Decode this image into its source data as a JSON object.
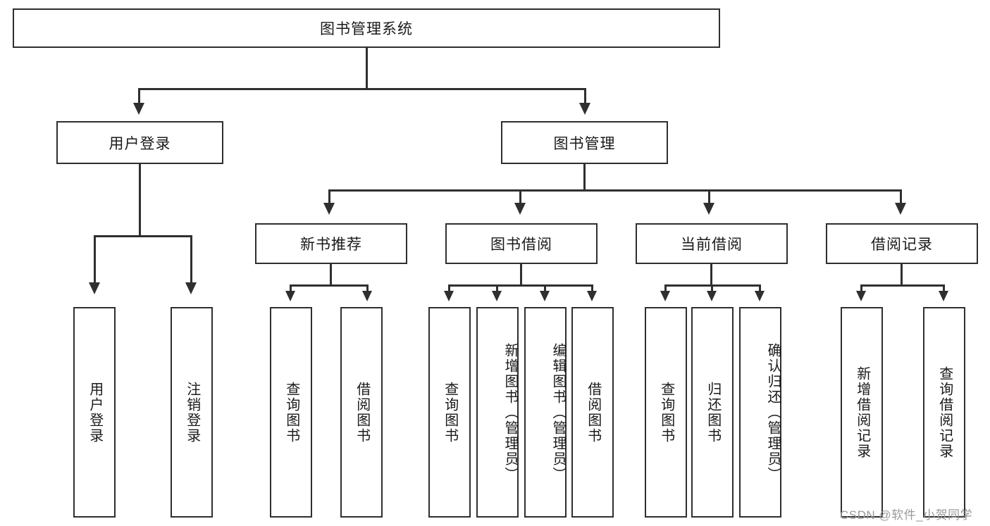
{
  "diagram": {
    "title": "图书管理系统",
    "type": "function-tree",
    "root": {
      "label": "图书管理系统"
    },
    "level2": [
      {
        "id": "user-login",
        "label": "用户登录"
      },
      {
        "id": "book-management",
        "label": "图书管理"
      }
    ],
    "level3": [
      {
        "id": "new-book-recommendation",
        "label": "新书推荐",
        "parent": "book-management"
      },
      {
        "id": "book-borrow",
        "label": "图书借阅",
        "parent": "book-management"
      },
      {
        "id": "current-borrow",
        "label": "当前借阅",
        "parent": "book-management"
      },
      {
        "id": "borrow-record",
        "label": "借阅记录",
        "parent": "book-management"
      }
    ],
    "leaves": {
      "user-login": [
        {
          "id": "leaf-user-login",
          "label": "用户登录"
        },
        {
          "id": "leaf-logout-login",
          "label": "注销登录"
        }
      ],
      "new-book-recommendation": [
        {
          "id": "leaf-query-book-1",
          "label": "查询图书"
        },
        {
          "id": "leaf-borrow-book-1",
          "label": "借阅图书"
        }
      ],
      "book-borrow": [
        {
          "id": "leaf-query-book-2",
          "label": "查询图书"
        },
        {
          "id": "leaf-add-book",
          "label": "新增图书（管理员）"
        },
        {
          "id": "leaf-edit-book",
          "label": "编辑图书（管理员）"
        },
        {
          "id": "leaf-borrow-book-2",
          "label": "借阅图书"
        }
      ],
      "current-borrow": [
        {
          "id": "leaf-query-book-3",
          "label": "查询图书"
        },
        {
          "id": "leaf-return-book",
          "label": "归还图书"
        },
        {
          "id": "leaf-confirm-return",
          "label": "确认归还（管理员）"
        }
      ],
      "borrow-record": [
        {
          "id": "leaf-add-record",
          "label": "新增借阅记录"
        },
        {
          "id": "leaf-query-record",
          "label": "查询借阅记录"
        }
      ]
    }
  },
  "watermark": {
    "text": "CSDN @软件_小贺同学"
  },
  "colors": {
    "stroke": "#2f2f2f",
    "background": "#ffffff",
    "text": "#1a1a1a",
    "watermark": "#9a9a9a"
  }
}
